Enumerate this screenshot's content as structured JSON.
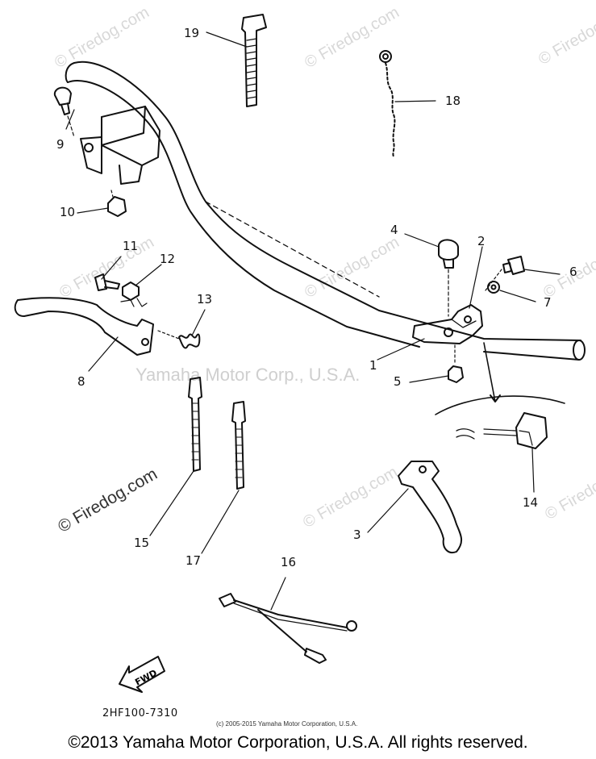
{
  "watermarks": {
    "firedog": "© Firedog.com",
    "company": "Yamaha Motor Corp., U.S.A."
  },
  "callouts": [
    "1",
    "2",
    "3",
    "4",
    "5",
    "6",
    "7",
    "8",
    "9",
    "10",
    "11",
    "12",
    "13",
    "14",
    "15",
    "16",
    "17",
    "18",
    "19"
  ],
  "fwd_label": "FWD",
  "diagram_code": "2HF100-7310",
  "small_copyright": "(c) 2005-2015 Yamaha Motor Corporation, U.S.A.",
  "footer_copyright": "©2013 Yamaha Motor Corporation, U.S.A. All rights reserved."
}
